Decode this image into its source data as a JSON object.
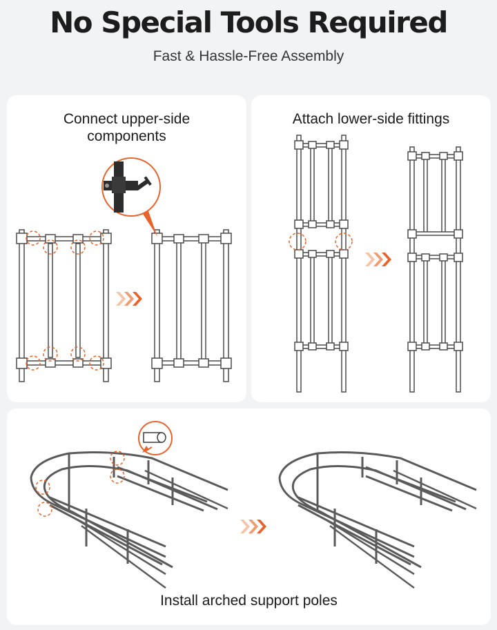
{
  "header": {
    "title": "No Special Tools Required",
    "subtitle": "Fast & Hassle-Free Assembly"
  },
  "steps": [
    {
      "label": "Connect upper-side components"
    },
    {
      "label": "Attach lower-side fittings"
    },
    {
      "label": "Install arched support poles"
    }
  ],
  "colors": {
    "accent": "#e8622a",
    "tube": "#4a4a4a",
    "panel": "#ffffff",
    "background": "#f1f3f5"
  },
  "icons": {
    "arrow": "triple-chevron-right-icon",
    "zoom": "magnifier-detail-icon"
  }
}
